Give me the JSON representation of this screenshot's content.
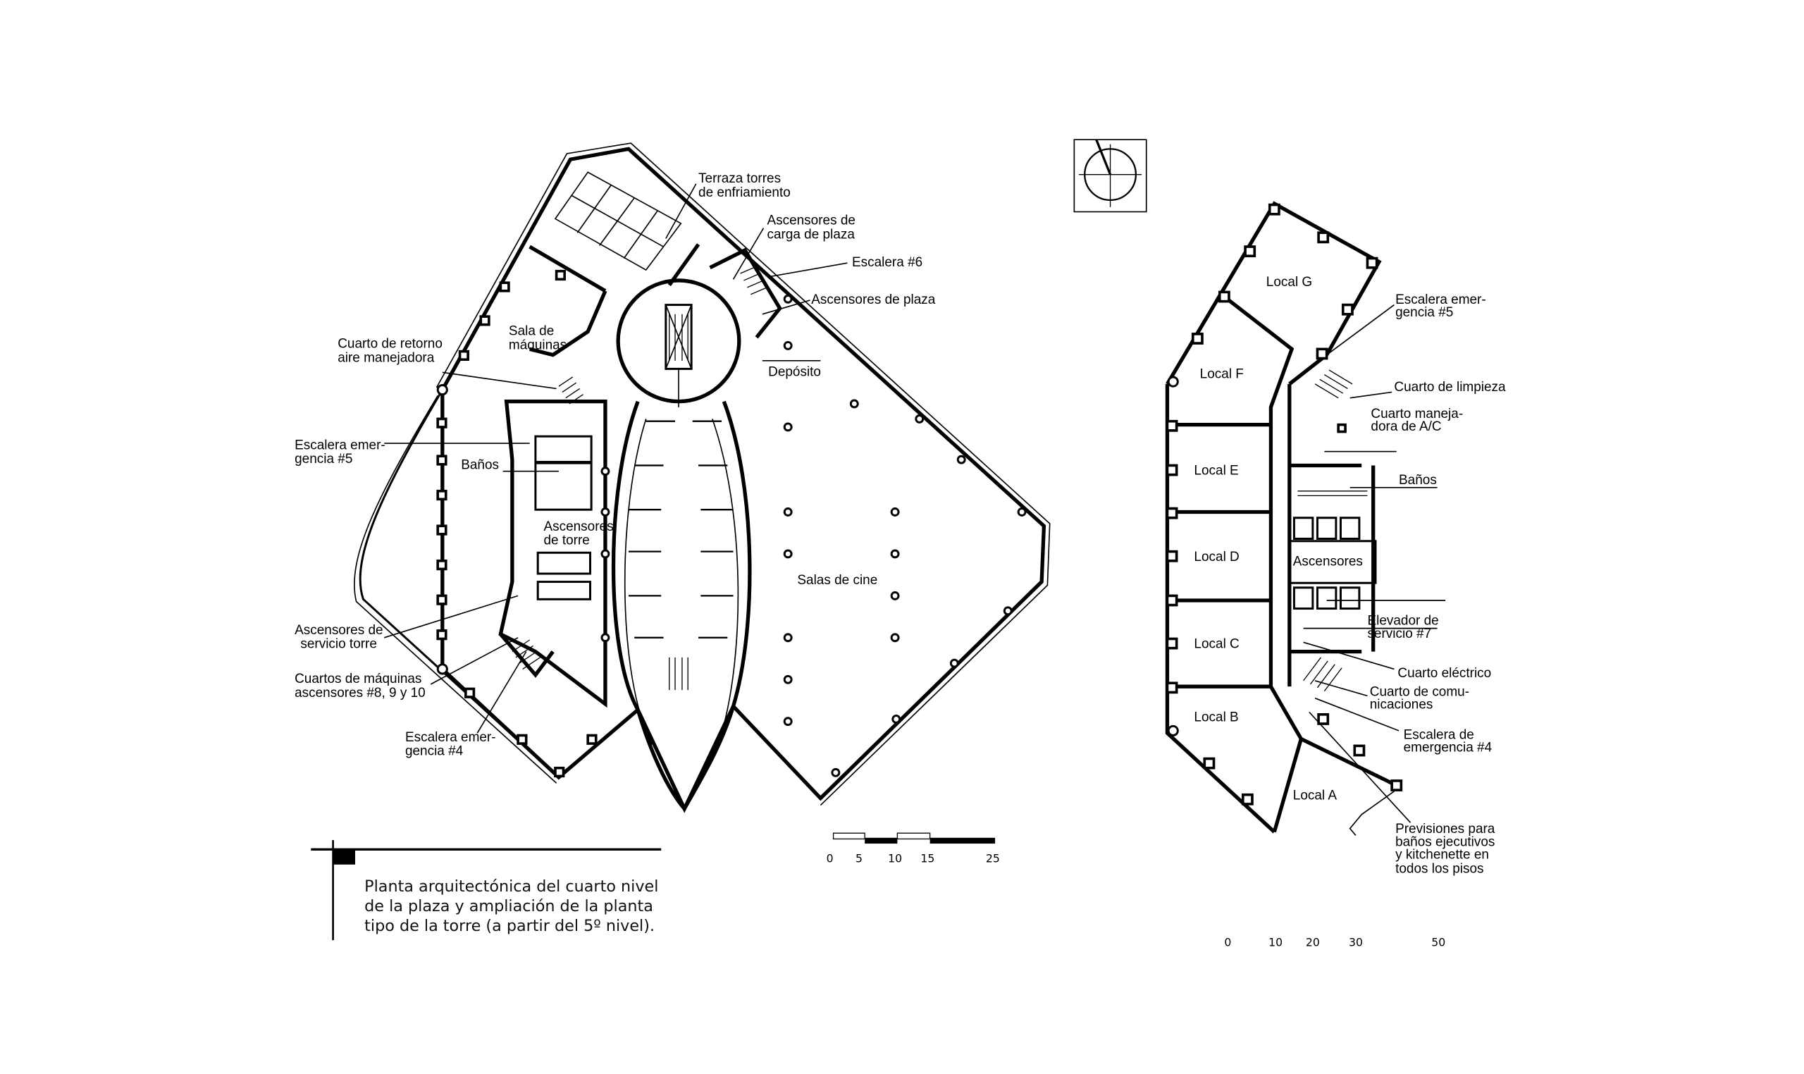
{
  "left_plan": {
    "labels": {
      "terraza": [
        "Terraza torres",
        "de enfriamiento"
      ],
      "carga": [
        "Ascensores de",
        "carga de plaza"
      ],
      "escalera6": [
        "Escalera #6"
      ],
      "asc_plaza": [
        "Ascensores de plaza"
      ],
      "sala_maquinas": [
        "Sala de",
        "máquinas"
      ],
      "retorno": [
        "Cuarto de retorno",
        "aire manejadora"
      ],
      "deposito": [
        "Depósito"
      ],
      "escalera5": [
        "Escalera emer-",
        "gencia #5"
      ],
      "banos": [
        "Baños"
      ],
      "asc_torre": [
        "Ascensores",
        "de torre"
      ],
      "salas_cine": [
        "Salas de cine"
      ],
      "asc_servicio": [
        "Ascensores de",
        "servicio torre"
      ],
      "cuartos_maquinas": [
        "Cuartos de máquinas",
        "ascensores #8, 9 y 10"
      ],
      "escalera4": [
        "Escalera emer-",
        "gencia #4"
      ]
    },
    "scale_ticks": [
      "0",
      "5",
      "10",
      "15",
      "25"
    ]
  },
  "caption": [
    "Planta arquitectónica del cuarto nivel",
    "de la plaza y ampliación de la planta",
    "tipo de la torre (a partir del 5º nivel)."
  ],
  "right_plan": {
    "locals": [
      "Local G",
      "Local F",
      "Local E",
      "Local D",
      "Local C",
      "Local B",
      "Local A"
    ],
    "core_label": "Ascensores",
    "labels": {
      "escalera5": [
        "Escalera emer-",
        "gencia #5"
      ],
      "limpieza": [
        "Cuarto de limpieza"
      ],
      "manejadora": [
        "Cuarto maneja-",
        "dora de A/C"
      ],
      "banos": [
        "Baños"
      ],
      "elevador": [
        "Elevador de",
        "servicio #7"
      ],
      "electrico": [
        "Cuarto eléctrico"
      ],
      "comunicaciones": [
        "Cuarto de comu-",
        "nicaciones"
      ],
      "escalera4": [
        "Escalera de",
        "emergencia #4"
      ],
      "previsiones": [
        "Previsiones para",
        "baños ejecutivos",
        "y kitchenette en",
        "todos los pisos"
      ]
    },
    "scale_ticks": [
      "0",
      "10",
      "20",
      "30",
      "50"
    ]
  }
}
